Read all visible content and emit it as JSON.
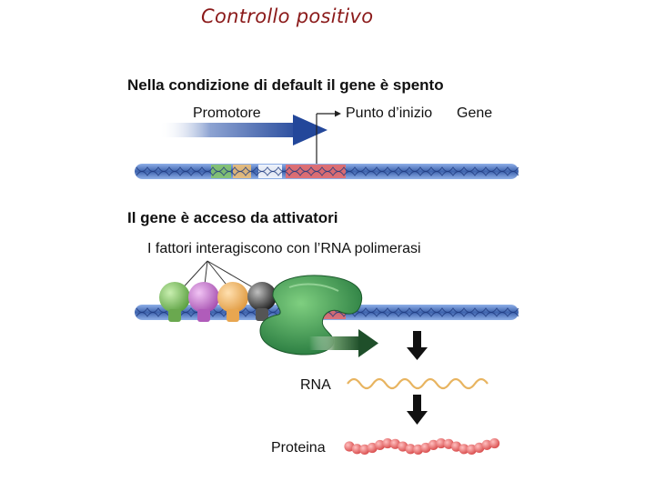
{
  "slide": {
    "title": "Controllo positivo"
  },
  "panel_off": {
    "heading": "Nella condizione di default il gene è spento",
    "promoter_label": "Promotore",
    "start_label": "Punto d’inizio",
    "gene_label": "Gene"
  },
  "panel_on": {
    "heading": "Il gene è acceso da attivatori",
    "factors_label": "I fattori interagiscono con l’RNA polimerasi",
    "rna_label": "RNA",
    "protein_label": "Proteina",
    "factor_colors": [
      "#7fbf5a",
      "#c070c8",
      "#f0b060",
      "#3a3a3a"
    ],
    "polymerase_color": "#2f8a3e"
  },
  "colors": {
    "title": "#8b1a1a",
    "dna_blue": "#4a6fb5",
    "promoter_arrow": "#2f4f9a",
    "rna": "#e7b055",
    "protein": "#e05a5a"
  }
}
